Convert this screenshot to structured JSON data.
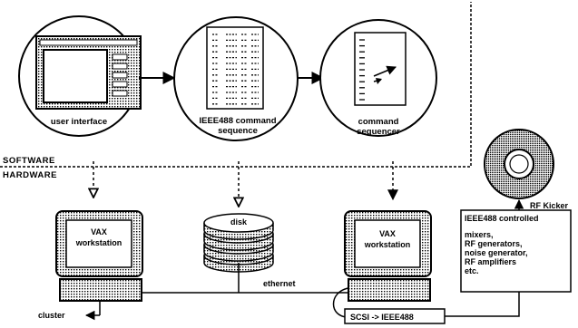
{
  "software": {
    "section_label": "SOFTWARE",
    "user_interface": {
      "label": "user interface"
    },
    "command_sequence": {
      "label_line1": "IEEE488 command",
      "label_line2": "sequence"
    },
    "command_sequencer": {
      "label_line1": "command",
      "label_line2": "sequencer"
    }
  },
  "hardware": {
    "section_label": "HARDWARE",
    "left_workstation": {
      "label_line1": "VAX",
      "label_line2": "workstation"
    },
    "disk": {
      "label": "disk"
    },
    "right_workstation": {
      "label_line1": "VAX",
      "label_line2": "workstation"
    },
    "ethernet_label": "ethernet",
    "cluster_label": "cluster",
    "scsi_label": "SCSI -> IEEE488",
    "ieee_box": {
      "title": "IEEE488 controlled",
      "items": [
        "mixers,",
        "RF generators,",
        "noise generator,",
        "RF amplifiers",
        "etc."
      ]
    },
    "rf_kicker_label": "RF Kicker"
  }
}
